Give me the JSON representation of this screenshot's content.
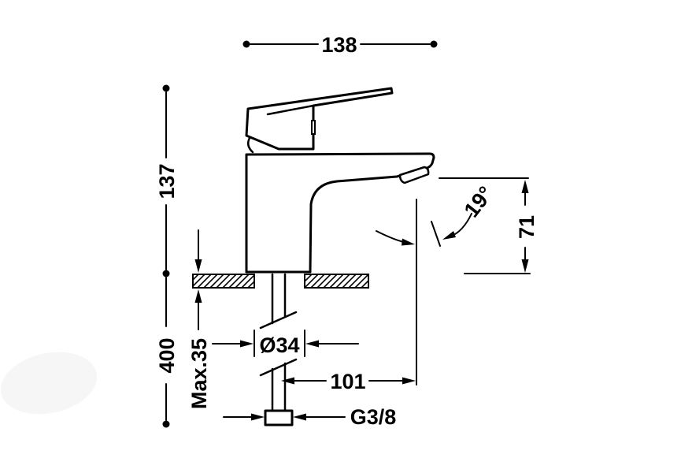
{
  "drawing": {
    "kind": "faucet-dimension-diagram",
    "colors": {
      "line": "#000000",
      "background": "#ffffff"
    },
    "labels": {
      "overall_width": "138",
      "height_above_deck": "137",
      "below_deck_length": "400",
      "max_mounting_thickness": "Max.35",
      "hole_diameter": "Ø34",
      "spout_reach": "101",
      "spout_outlet_height": "71",
      "stream_angle": "19°",
      "supply_thread": "G3/8"
    }
  }
}
